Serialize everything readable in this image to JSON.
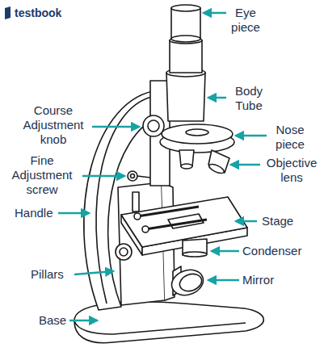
{
  "diagram": {
    "labels": [
      "testbook",
      "Eye piece",
      "Body Tube",
      "Course Adjustment knob",
      "Fine Adjustment screw",
      "Handle",
      "Nose piece",
      "Objective lens",
      "Stage",
      "Condenser",
      "Pillars",
      "Mirror",
      "Base"
    ]
  }
}
